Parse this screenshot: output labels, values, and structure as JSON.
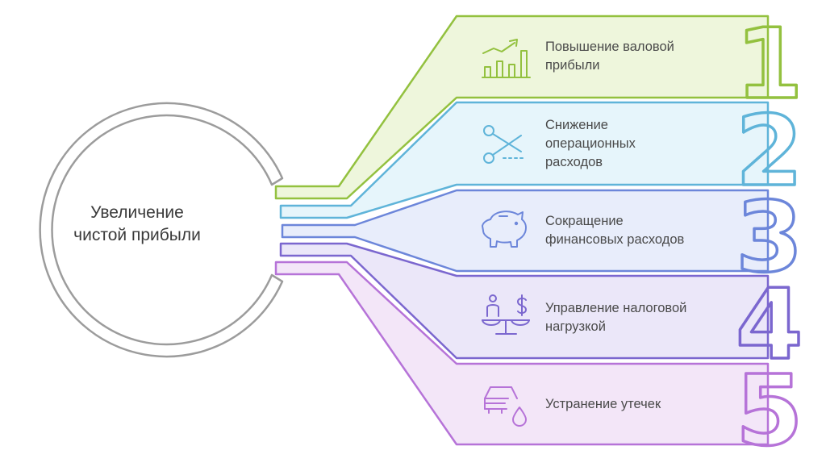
{
  "center": {
    "line1": "Увеличение",
    "line2": "чистой прибыли"
  },
  "items": [
    {
      "number": "1",
      "line1": "Повышение валовой",
      "line2": "прибыли",
      "line3": "",
      "icon": "growth-chart-icon",
      "fill": "#eef6dc",
      "stroke": "#93c13f"
    },
    {
      "number": "2",
      "line1": "Снижение",
      "line2": "операционных",
      "line3": "расходов",
      "icon": "scissors-icon",
      "fill": "#e6f5fb",
      "stroke": "#5fb4d9"
    },
    {
      "number": "3",
      "line1": "Сокращение",
      "line2": "финансовых расходов",
      "line3": "",
      "icon": "piggy-bank-icon",
      "fill": "#e8edfb",
      "stroke": "#6c86da"
    },
    {
      "number": "4",
      "line1": "Управление налоговой",
      "line2": "нагрузкой",
      "line3": "",
      "icon": "balance-scale-icon",
      "fill": "#ebe7f9",
      "stroke": "#7b67cf"
    },
    {
      "number": "5",
      "line1": "Устранение утечек",
      "line2": "",
      "line3": "",
      "icon": "car-oil-drop-icon",
      "fill": "#f3e6f8",
      "stroke": "#b673d8"
    }
  ]
}
